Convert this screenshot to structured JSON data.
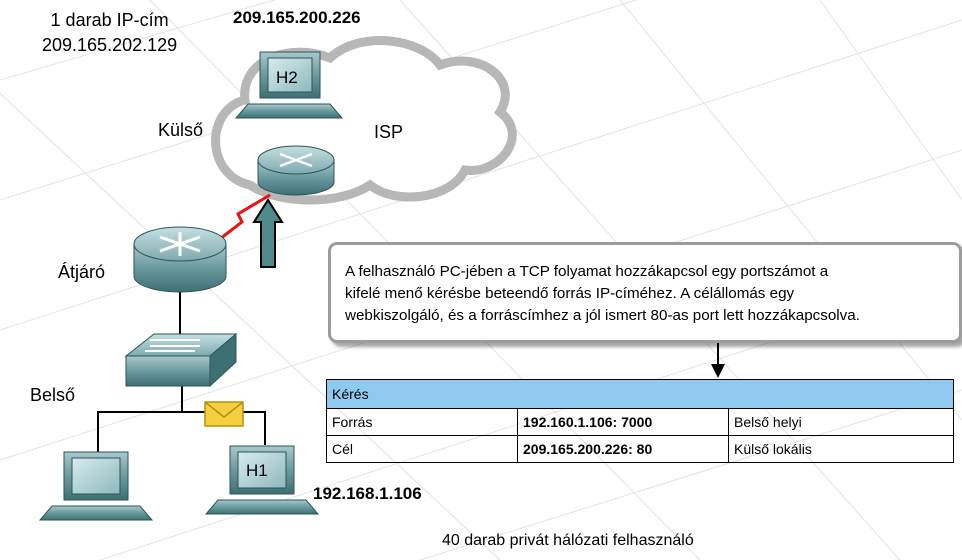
{
  "labels": {
    "address_note_line1": "1 darab IP-cím",
    "address_note_line2": "209.165.202.129",
    "h2_ip": "209.165.200.226",
    "kulso": "Külső",
    "isp": "ISP",
    "atjaro": "Átjáró",
    "belso": "Belső",
    "h1_ip": "192.168.1.106",
    "footer": "40 darab privát hálózati felhasználó"
  },
  "devices": {
    "h2": "H2",
    "h1": "H1"
  },
  "callout": {
    "line1": "A felhasználó PC-jében a TCP folyamat hozzákapcsol egy portszámot a",
    "line2": "kifelé menő kérésbe beteendő forrás IP-címéhez. A célállomás egy",
    "line3": "webkiszolgáló, és a forráscímhez a jól ismert 80-as port lett hozzákapcsolva."
  },
  "table": {
    "header": "Kérés",
    "rows": [
      {
        "label": "Forrás",
        "address": "192.160.1.106: 7000",
        "type": "Belső helyi"
      },
      {
        "label": "Cél",
        "address": "209.165.200.226: 80",
        "type": "Külső lokális"
      }
    ]
  },
  "colors": {
    "device_teal": "#4f8a8d",
    "header_blue": "#8fc8f0",
    "link_red": "#ee1111",
    "envelope_yellow": "#f4d03f"
  }
}
